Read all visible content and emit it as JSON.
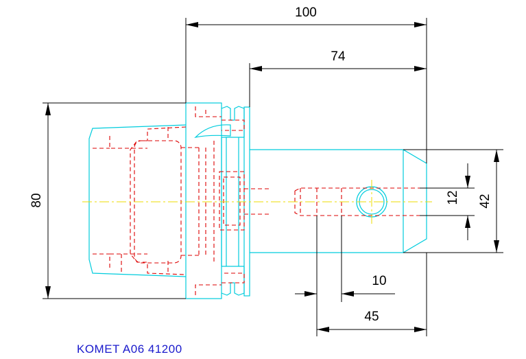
{
  "colors": {
    "background": "#ffffff",
    "outline": "#00ccdd",
    "hidden": "#dd0000",
    "centerline": "#eedd00",
    "dimension": "#000000",
    "title": "#1a1acc"
  },
  "dimensions": {
    "overall_length": "100",
    "shank_length": "74",
    "flange_diameter": "80",
    "shank_diameter": "42",
    "bore_diameter": "12",
    "bore_position": "45",
    "pin_offset": "10"
  },
  "title": "KOMET A06 41200"
}
